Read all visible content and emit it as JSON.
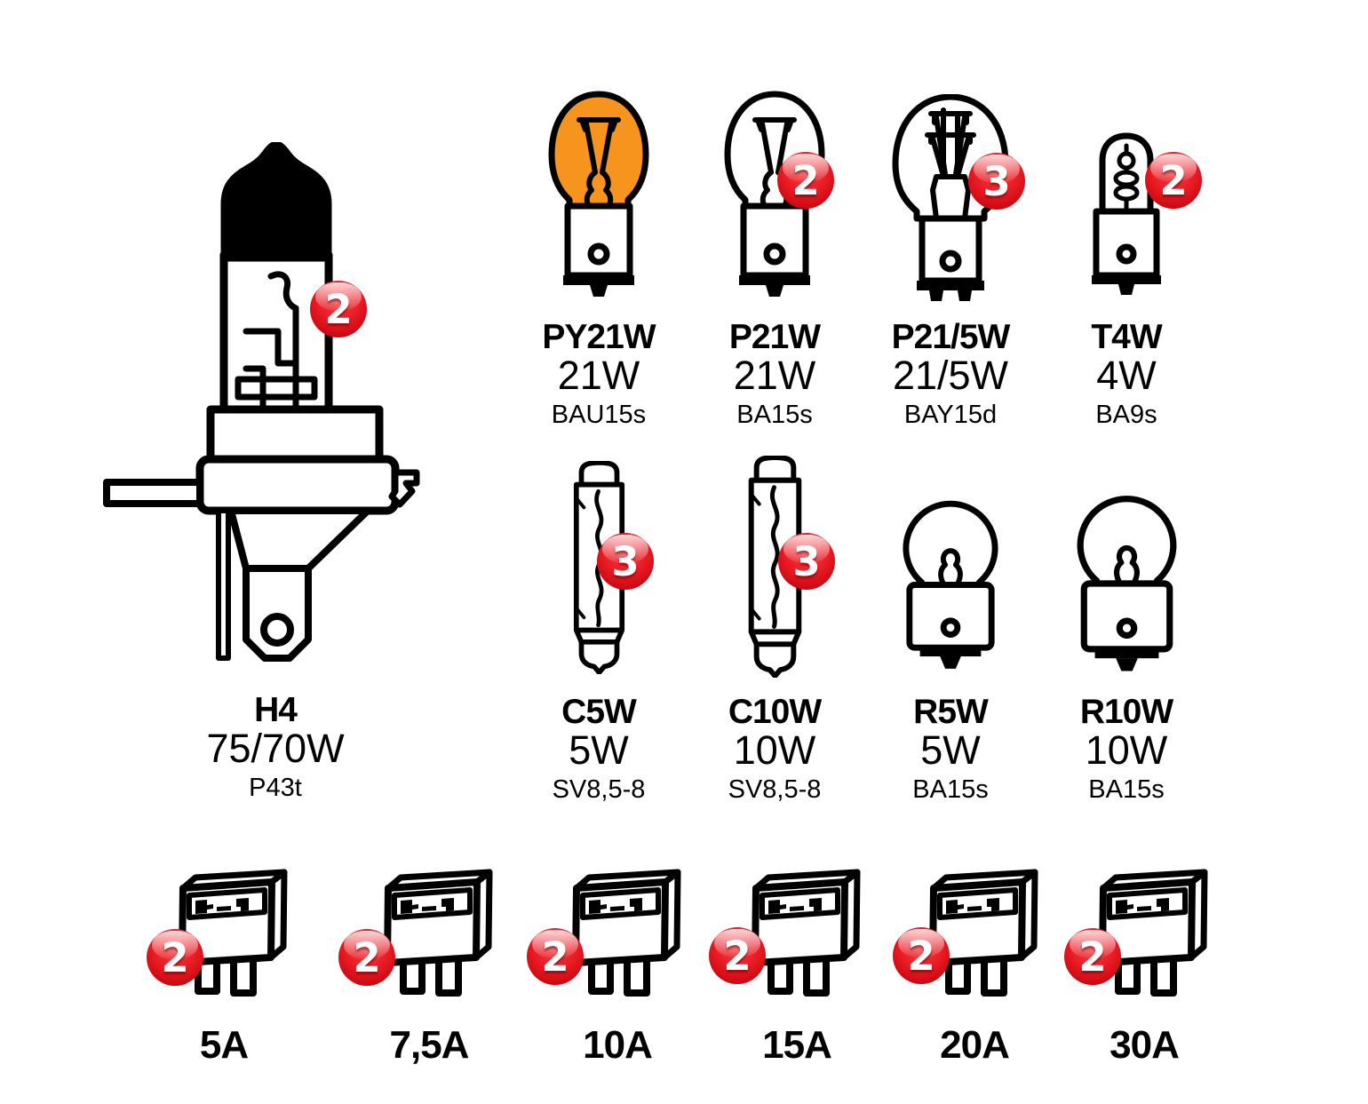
{
  "colors": {
    "badge_red": "#ea1c24",
    "badge_red_dark": "#a40208",
    "amber": "#f7941e",
    "line": "#000000",
    "background": "#ffffff"
  },
  "h4": {
    "name": "H4",
    "wattage": "75/70W",
    "socket": "P43t",
    "qty": "2"
  },
  "bulbs_row1": [
    {
      "name": "PY21W",
      "wattage": "21W",
      "socket": "BAU15s"
    },
    {
      "name": "P21W",
      "wattage": "21W",
      "socket": "BA15s",
      "qty": "2"
    },
    {
      "name": "P21/5W",
      "wattage": "21/5W",
      "socket": "BAY15d",
      "qty": "3"
    },
    {
      "name": "T4W",
      "wattage": "4W",
      "socket": "BA9s",
      "qty": "2"
    }
  ],
  "bulbs_row2": [
    {
      "name": "C5W",
      "wattage": "5W",
      "socket": "SV8,5-8",
      "qty": "3"
    },
    {
      "name": "C10W",
      "wattage": "10W",
      "socket": "SV8,5-8",
      "qty": "3"
    },
    {
      "name": "R5W",
      "wattage": "5W",
      "socket": "BA15s"
    },
    {
      "name": "R10W",
      "wattage": "10W",
      "socket": "BA15s"
    }
  ],
  "fuses": [
    {
      "rating": "5A",
      "qty": "2"
    },
    {
      "rating": "7,5A",
      "qty": "2"
    },
    {
      "rating": "10A",
      "qty": "2"
    },
    {
      "rating": "15A",
      "qty": "2"
    },
    {
      "rating": "20A",
      "qty": "2"
    },
    {
      "rating": "30A",
      "qty": "2"
    }
  ]
}
